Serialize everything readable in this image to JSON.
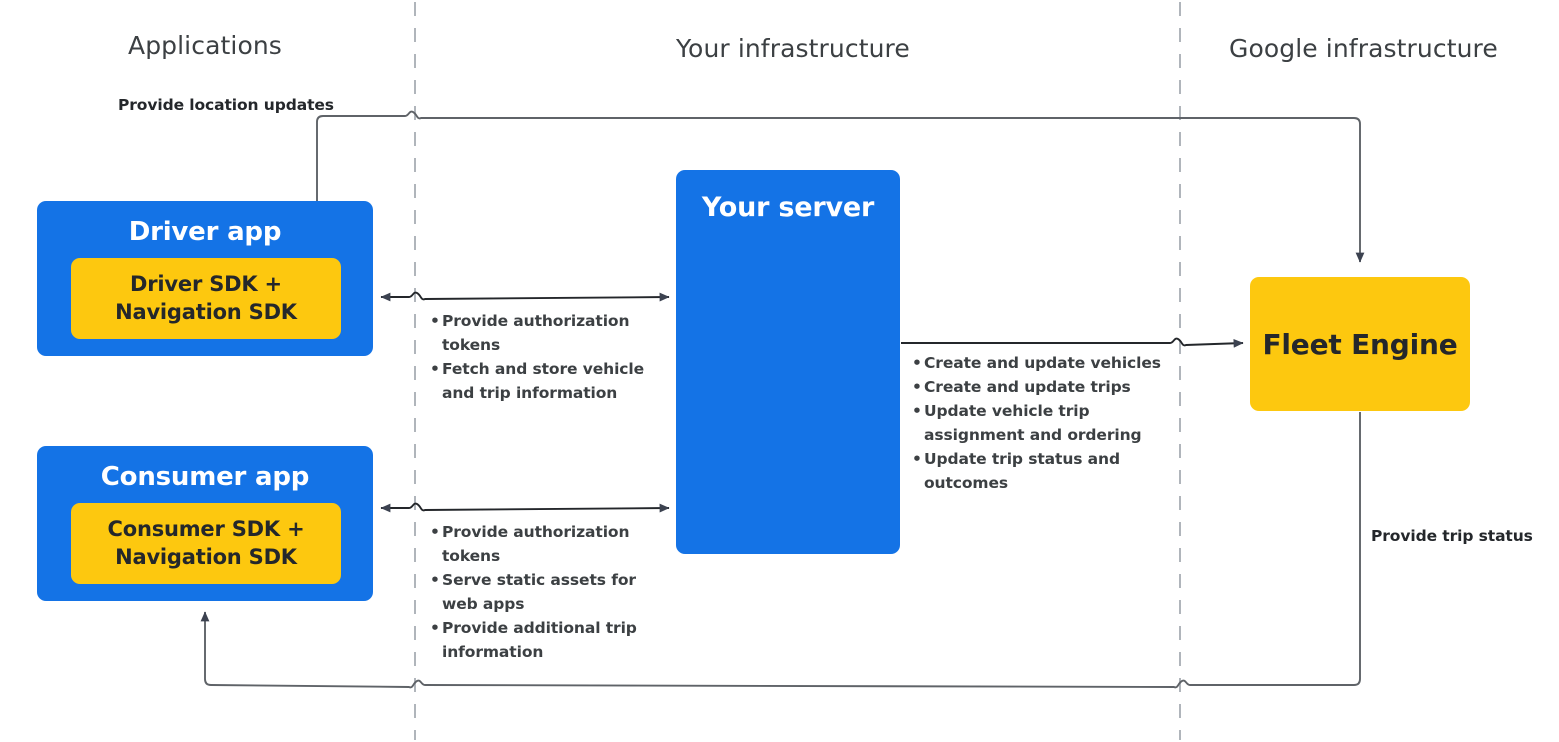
{
  "zones": [
    {
      "id": "applications",
      "label": "Applications"
    },
    {
      "id": "your-infrastructure",
      "label": "Your infrastructure"
    },
    {
      "id": "google-infrastructure",
      "label": "Google infrastructure"
    }
  ],
  "nodes": {
    "driver_app": {
      "title": "Driver app",
      "sdk": "Driver SDK +\nNavigation SDK"
    },
    "consumer_app": {
      "title": "Consumer app",
      "sdk": "Consumer SDK +\nNavigation SDK"
    },
    "your_server": {
      "title": "Your server"
    },
    "fleet_engine": {
      "title": "Fleet Engine"
    }
  },
  "edges": {
    "location_updates": {
      "label": "Provide location updates"
    },
    "trip_status": {
      "label": "Provide trip status"
    },
    "driver_to_server": {
      "bullets": [
        "Provide authorization tokens",
        "Fetch and store vehicle and trip information"
      ]
    },
    "consumer_to_server": {
      "bullets": [
        "Provide authorization tokens",
        "Serve static assets for web apps",
        "Provide additional trip information"
      ]
    },
    "server_to_fleet_engine": {
      "bullets": [
        "Create and update vehicles",
        "Create and update trips",
        "Update vehicle trip assignment and ordering",
        "Update trip status and outcomes"
      ]
    }
  },
  "colors": {
    "app_blue": "#1473e6",
    "sdk_yellow": "#fdc80f",
    "text_dark": "#24272b",
    "zone_label": "#3c4043",
    "wire": "#5f6368",
    "arrow_head": "#3c4250",
    "divider": "#b0b5bb"
  },
  "bullet_glyph": "•"
}
